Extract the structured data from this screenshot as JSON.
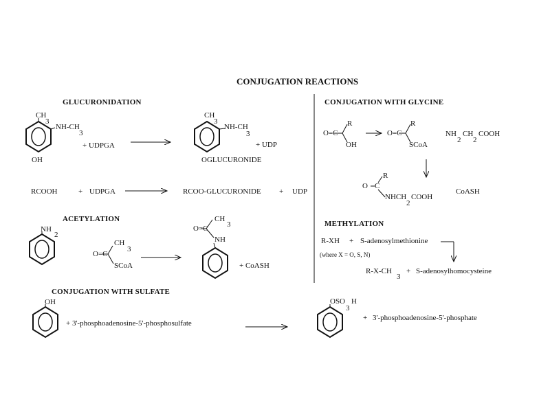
{
  "title": "CONJUGATION REACTIONS",
  "sections": {
    "glucuronidation": "GLUCURONIDATION",
    "glycine": "CONJUGATION WITH GLYCINE",
    "acetylation": "ACETYLATION",
    "methylation": "METHYLATION",
    "sulfate": "CONJUGATION WITH SULFATE"
  },
  "glucuronidation": {
    "r1_ch": "CH",
    "r1_3": "3",
    "r1_nh": "NH-CH",
    "r1_nh_3": "3",
    "r1_oh": "OH",
    "r1_reagent": "+ UDPGA",
    "p1_ch": "CH",
    "p1_3": "3",
    "p1_nh": "NH-CH",
    "p1_nh_3": "3",
    "p1_sub": "OGLUCURONIDE",
    "p1_byproduct": "+ UDP",
    "r2_reactant": "RCOOH",
    "r2_plus": "+",
    "r2_reagent": "UDPGA",
    "r2_product": "RCOO-GLUCURONIDE",
    "r2_plus2": "+",
    "r2_byproduct": "UDP"
  },
  "glycine": {
    "r_R": "R",
    "r_OC": "O=C",
    "r_OH": "OH",
    "i_R": "R",
    "i_OC": "O=C",
    "i_SCoA": "SCoA",
    "glycine_pre": "NH",
    "glycine_2": "2",
    "glycine_post": "CH",
    "glycine_2b": "2",
    "glycine_end": "COOH",
    "p_R": "R",
    "p_O": "O",
    "p_C": "C",
    "p_NH": "NHCH",
    "p_2": "2",
    "p_COOH": "COOH",
    "p_CoASH": "CoASH"
  },
  "acetylation": {
    "r_NH": "NH",
    "r_2": "2",
    "reagent_CH": "CH",
    "reagent_3": "3",
    "reagent_OC": "O=C",
    "reagent_SCoA": "SCoA",
    "p_CH": "CH",
    "p_3": "3",
    "p_OC": "O=C",
    "p_NH": "NH",
    "p_byproduct": "+ CoASH"
  },
  "methylation": {
    "reactant": "R-XH",
    "plus": "+",
    "donor": "S-adenosylmethionine",
    "note": "(where X = O, S, N)",
    "product": "R-X-CH",
    "product_3": "3",
    "plus2": "+",
    "byproduct": "S-adenosylhomocysteine"
  },
  "sulfate": {
    "r_OH": "OH",
    "r_reagent": "+ 3'-phosphoadenosine-5'-phosphosulfate",
    "p_OSO": "OSO",
    "p_3": "3",
    "p_H": "H",
    "p_plus": "+",
    "p_byproduct": "3'-phosphoadenosine-5'-phosphate"
  }
}
